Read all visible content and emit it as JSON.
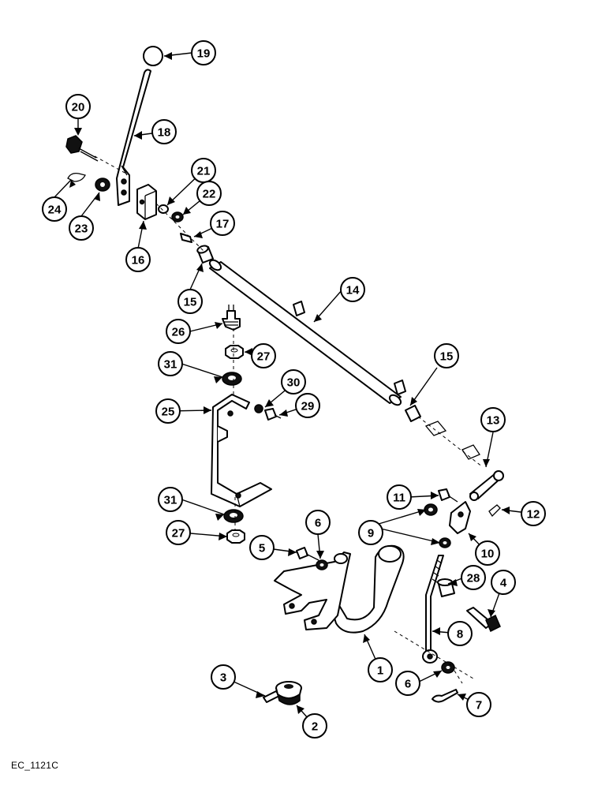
{
  "figure_code": "EC_1121C",
  "callouts": [
    {
      "label": "1"
    },
    {
      "label": "2"
    },
    {
      "label": "3"
    },
    {
      "label": "4"
    },
    {
      "label": "5"
    },
    {
      "label": "6"
    },
    {
      "label": "6"
    },
    {
      "label": "7"
    },
    {
      "label": "8"
    },
    {
      "label": "9"
    },
    {
      "label": "10"
    },
    {
      "label": "11"
    },
    {
      "label": "12"
    },
    {
      "label": "13"
    },
    {
      "label": "14"
    },
    {
      "label": "15"
    },
    {
      "label": "15"
    },
    {
      "label": "16"
    },
    {
      "label": "17"
    },
    {
      "label": "18"
    },
    {
      "label": "19"
    },
    {
      "label": "20"
    },
    {
      "label": "21"
    },
    {
      "label": "22"
    },
    {
      "label": "23"
    },
    {
      "label": "24"
    },
    {
      "label": "25"
    },
    {
      "label": "26"
    },
    {
      "label": "27"
    },
    {
      "label": "27"
    },
    {
      "label": "28"
    },
    {
      "label": "29"
    },
    {
      "label": "30"
    },
    {
      "label": "31"
    },
    {
      "label": "31"
    }
  ]
}
